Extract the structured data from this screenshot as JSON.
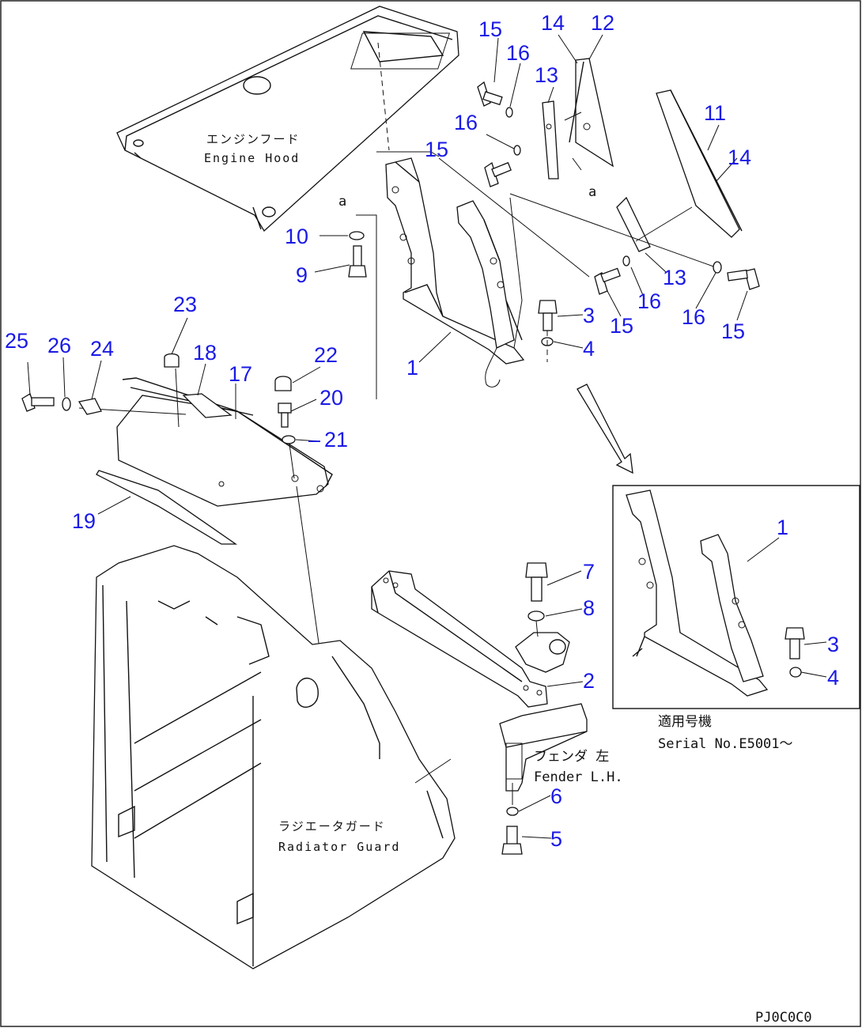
{
  "labels": {
    "engine_hood_jp": "エンジンフード",
    "engine_hood_en": "Engine Hood",
    "fender_jp": "フェンダ 左",
    "fender_en": "Fender L.H.",
    "radiator_guard_jp": "ラジエータガード",
    "radiator_guard_en": "Radiator Guard",
    "serial_jp": "適用号機",
    "serial_en": "Serial No.E5001～",
    "ref_a1": "a",
    "ref_a2": "a",
    "drawing_code": "PJ0C0C0"
  },
  "callouts": {
    "c1a": "1",
    "c1b": "1",
    "c2": "2",
    "c3a": "3",
    "c3b": "3",
    "c4a": "4",
    "c4b": "4",
    "c5": "5",
    "c6": "6",
    "c7": "7",
    "c8": "8",
    "c9": "9",
    "c10": "10",
    "c11": "11",
    "c12": "12",
    "c13a": "13",
    "c13b": "13",
    "c14a": "14",
    "c14b": "14",
    "c15a": "15",
    "c15b": "15",
    "c15c": "15",
    "c15d": "15",
    "c16a": "16",
    "c16b": "16",
    "c16c": "16",
    "c16d": "16",
    "c17": "17",
    "c18": "18",
    "c19": "19",
    "c20": "20",
    "c21": "21",
    "c22": "22",
    "c23": "23",
    "c24": "24",
    "c25": "25",
    "c26": "26"
  }
}
